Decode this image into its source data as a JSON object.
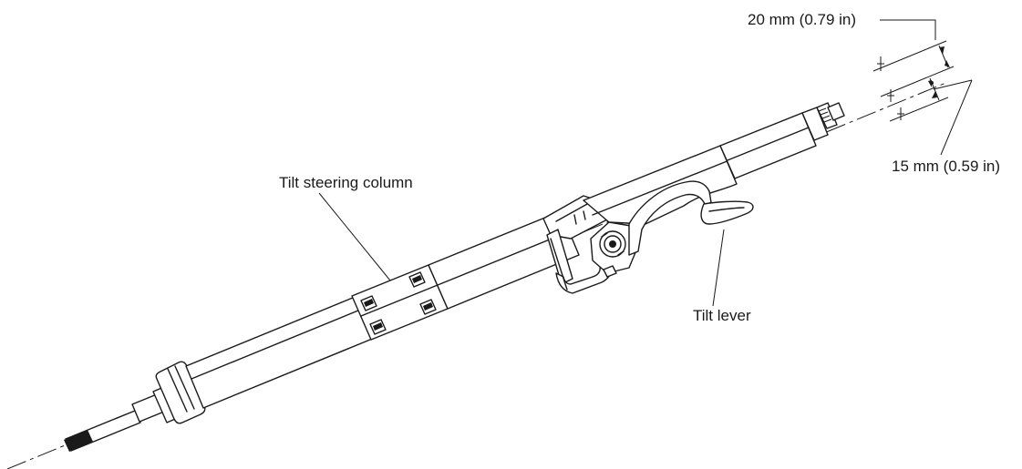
{
  "labels": {
    "column": "Tilt steering column",
    "lever": "Tilt lever",
    "upper_dim": "20 mm (0.79 in)",
    "lower_dim": "15 mm (0.59 in)"
  },
  "colors": {
    "ink": "#1a1a1a",
    "paper": "#ffffff"
  }
}
